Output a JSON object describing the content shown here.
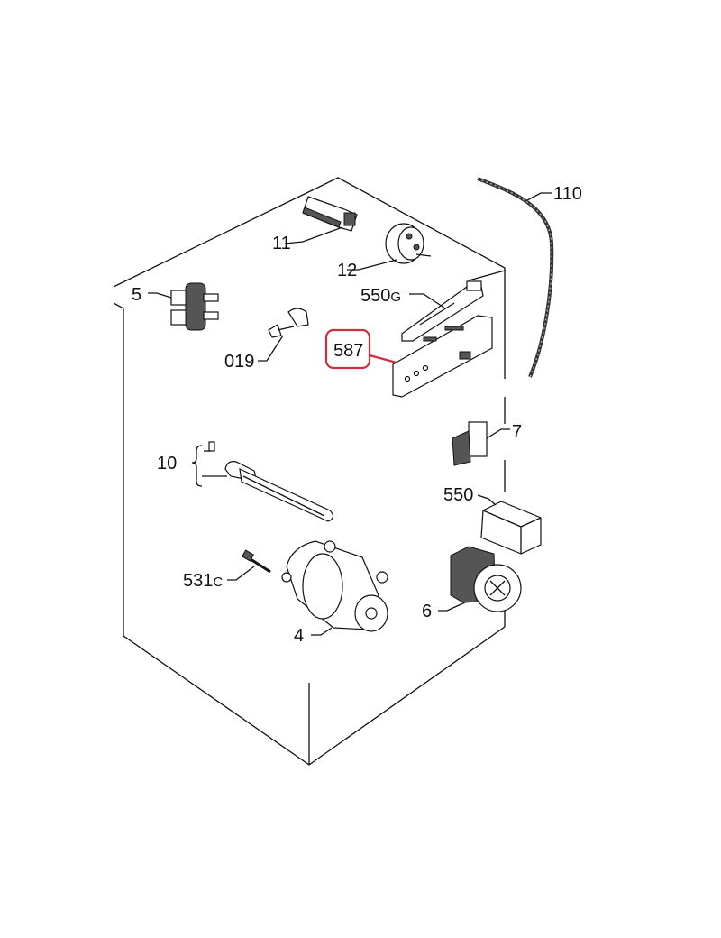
{
  "diagram": {
    "highlight_color": "#c8323c",
    "highlighted_part": "587",
    "parts": [
      {
        "id": "11",
        "label": "11"
      },
      {
        "id": "12",
        "label": "12"
      },
      {
        "id": "110",
        "label": "110"
      },
      {
        "id": "5",
        "label": "5"
      },
      {
        "id": "550G",
        "label": "550",
        "suffix": "G"
      },
      {
        "id": "019",
        "label": "019"
      },
      {
        "id": "587",
        "label": "587"
      },
      {
        "id": "7",
        "label": "7"
      },
      {
        "id": "10",
        "label": "10"
      },
      {
        "id": "550",
        "label": "550"
      },
      {
        "id": "531C",
        "label": "531",
        "suffix": "C"
      },
      {
        "id": "6",
        "label": "6"
      },
      {
        "id": "4",
        "label": "4"
      }
    ]
  }
}
